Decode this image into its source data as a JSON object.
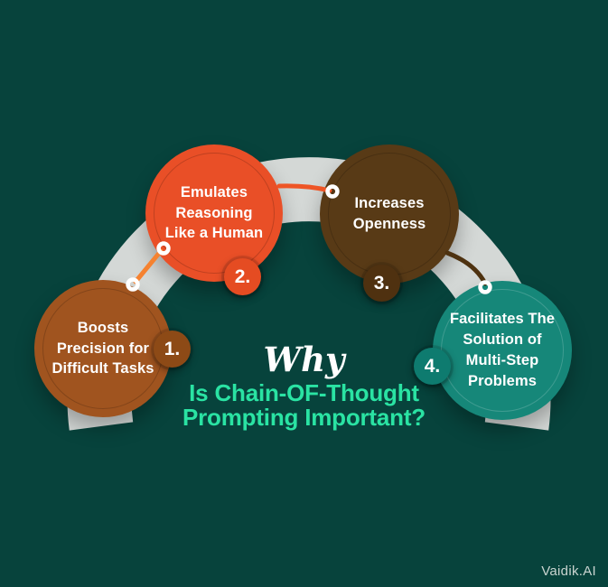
{
  "title": {
    "script_word": "Why",
    "line1": "Is Chain-OF-Thought",
    "line2": "Prompting Important?"
  },
  "steps": [
    {
      "number": "1.",
      "label": "Boosts\nPrecision for\nDifficult Tasks"
    },
    {
      "number": "2.",
      "label": "Emulates\nReasoning\nLike a Human"
    },
    {
      "number": "3.",
      "label": "Increases\nOpenness"
    },
    {
      "number": "4.",
      "label": "Facilitates The\nSolution of\nMulti-Step\nProblems"
    }
  ],
  "watermark": "Vaidik.AI",
  "colors": {
    "background": "#07433c",
    "arch_band": "#d4d8d6",
    "title_green": "#2ae3a3",
    "title_script_white": "#ffffff",
    "step1_circle": "#a0541f",
    "step1_badge": "#8d4a16",
    "step2_circle": "#e94f27",
    "step2_badge": "#e54c22",
    "step3_circle": "#583a16",
    "step3_badge": "#4f3110",
    "step4_circle": "#168779",
    "step4_badge": "#0e7b6f",
    "connector_1_2": "#f58230",
    "connector_2_3": "#ee5526",
    "connector_3_4": "#4e3210",
    "connector_ring": "#ffffff"
  }
}
